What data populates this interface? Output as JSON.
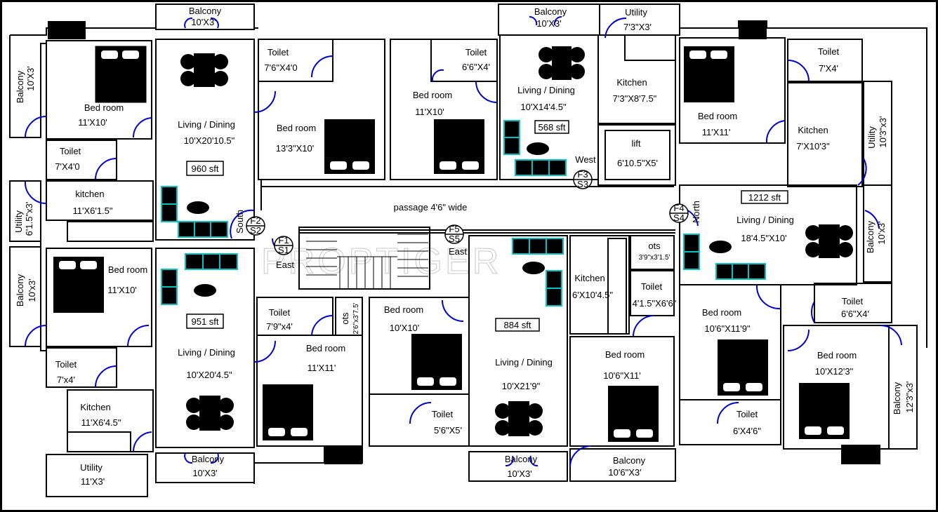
{
  "rooms": [
    {
      "name": "Balcony",
      "dim": "10'X3'"
    },
    {
      "name": "Balcony",
      "dim": "10'X3'"
    },
    {
      "name": "Bed room",
      "dim": "11'X10'"
    },
    {
      "name": "Living / Dining",
      "dim": "10'X20'10.5\""
    },
    {
      "name": "Toilet",
      "dim": "7'6\"X4'0"
    },
    {
      "name": "Bed room",
      "dim": "13'3\"X10'"
    },
    {
      "name": "Toilet",
      "dim": "7'X4'0"
    },
    {
      "name": "kitchen",
      "dim": "11'X6'1.5\""
    },
    {
      "name": "Utility",
      "dim": "6'1.5\"x3'"
    },
    {
      "name": "Balcony",
      "dim": "10'X3'"
    },
    {
      "name": "Toilet",
      "dim": "6'6\"X4'"
    },
    {
      "name": "Bed room",
      "dim": "11'X10'"
    },
    {
      "name": "Living / Dining",
      "dim": "10'X14'4.5\""
    },
    {
      "name": "Utility",
      "dim": "7'3\"X3'"
    },
    {
      "name": "Kitchen",
      "dim": "7'3\"X8'7.5\""
    },
    {
      "name": "lift",
      "dim": "6'10.5\"X5'"
    },
    {
      "name": "Toilet",
      "dim": "7'X4'"
    },
    {
      "name": "Bed room",
      "dim": "11'X11'"
    },
    {
      "name": "Kitchen",
      "dim": "7'X10'3\""
    },
    {
      "name": "Utility",
      "dim": "10'3\"x3'"
    },
    {
      "name": "Living / Dining",
      "dim": "18'4.5\"X10'"
    },
    {
      "name": "Balcony",
      "dim": "10'x3'"
    },
    {
      "name": "Bed room",
      "dim": "11'X10'"
    },
    {
      "name": "Balcony",
      "dim": "10'x3'"
    },
    {
      "name": "Toilet",
      "dim": "7'x4'"
    },
    {
      "name": "Kitchen",
      "dim": "11'X6'4.5\""
    },
    {
      "name": "Utility",
      "dim": "11'X3'"
    },
    {
      "name": "Living / Dining",
      "dim": "10'X20'4.5\""
    },
    {
      "name": "Balcony",
      "dim": "10'X3'"
    },
    {
      "name": "Toilet",
      "dim": "7'9\"x4'"
    },
    {
      "name": "Bed room",
      "dim": "11'X11'"
    },
    {
      "name": "ots",
      "dim": "2'6\"x3'7.5'"
    },
    {
      "name": "Bed room",
      "dim": "10'X10'"
    },
    {
      "name": "Toilet",
      "dim": "5'6\"X5'"
    },
    {
      "name": "Living / Dining",
      "dim": "10'X21'9\""
    },
    {
      "name": "Kitchen",
      "dim": "6'X10'4.5\""
    },
    {
      "name": "Balcony",
      "dim": "10'X3'"
    },
    {
      "name": "ots",
      "dim": "3'9\"x3'1.5'"
    },
    {
      "name": "Toilet",
      "dim": "4'1.5\"X6'6\""
    },
    {
      "name": "Bed room",
      "dim": "10'6\"X11'"
    },
    {
      "name": "Balcony",
      "dim": "10'6\"X3'"
    },
    {
      "name": "Bed room",
      "dim": "10'6\"X11'9\""
    },
    {
      "name": "Toilet",
      "dim": "6'6\"X4'"
    },
    {
      "name": "Bed room",
      "dim": "10'X12'3\""
    },
    {
      "name": "Toilet",
      "dim": "6'X4'6\""
    },
    {
      "name": "Balcony",
      "dim": "12'3\"x3'"
    }
  ],
  "areas": [
    "960 sft",
    "568 sft",
    "1212 sft",
    "951 sft",
    "884 sft"
  ],
  "passage": "passage 4'6\" wide",
  "flats": [
    {
      "top": "F1",
      "bottom": "S1",
      "facing": "East"
    },
    {
      "top": "F2",
      "bottom": "S2",
      "facing": "South"
    },
    {
      "top": "F3",
      "bottom": "S3",
      "facing": "West"
    },
    {
      "top": "F4",
      "bottom": "S4",
      "facing": "North"
    },
    {
      "top": "F5",
      "bottom": "S5",
      "facing": "East"
    }
  ],
  "watermark": "PROPTIGER",
  "colors": {
    "wall": "#000000",
    "door": "#0000cc",
    "sofa": "#00c4c4",
    "furniture": "#000000"
  }
}
